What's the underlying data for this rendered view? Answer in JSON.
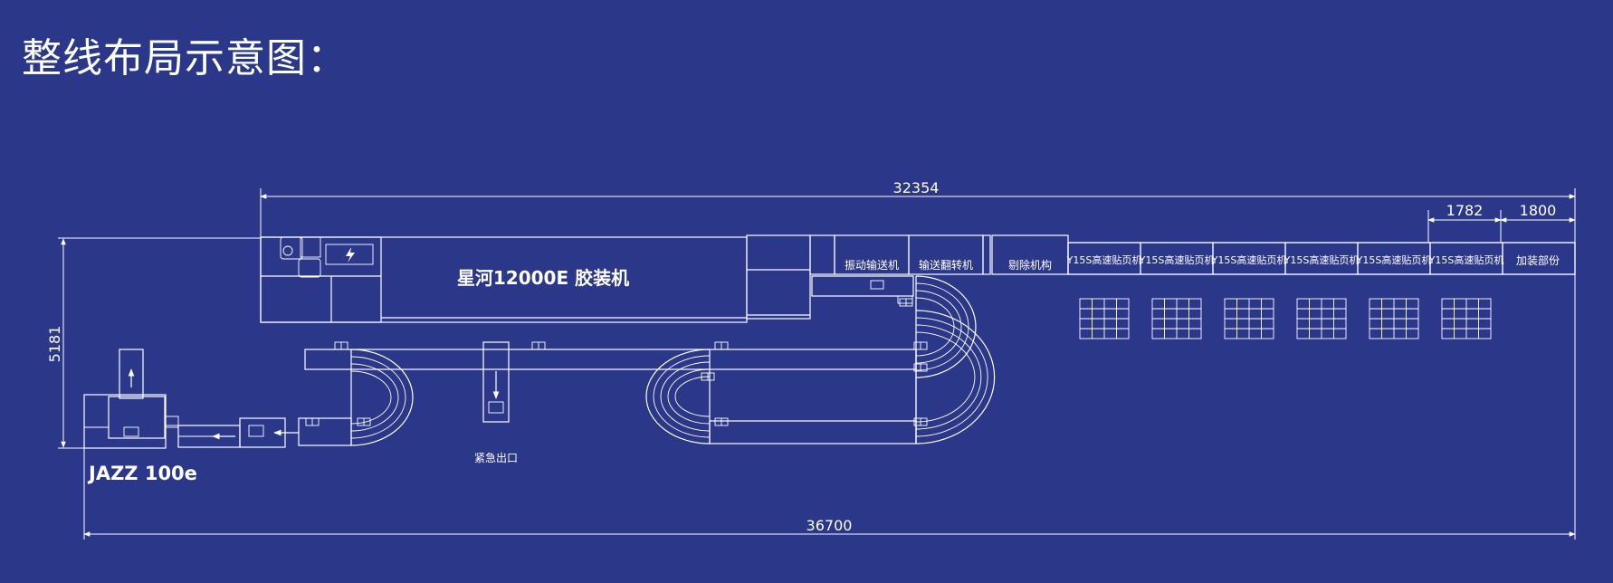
{
  "title": "整线布局示意图：",
  "dimensions": {
    "total_top": "32354",
    "total_bottom": "36700",
    "height_left": "5181",
    "station_width": "1782",
    "end_width": "1800"
  },
  "labels": {
    "main_machine": "星河12000E 胶装机",
    "jazz": "JAZZ 100e",
    "vibration_conveyor": "振动输送机",
    "flip_conveyor": "输送翻转机",
    "reject_mechanism": "剔除机构",
    "feeder": "Y15S高速贴页机",
    "extra_section": "加装部份",
    "emergency_exit": "紧急出口"
  },
  "feeder_count": 6,
  "colors": {
    "background": "#2b3789",
    "line": "#ffffff"
  }
}
